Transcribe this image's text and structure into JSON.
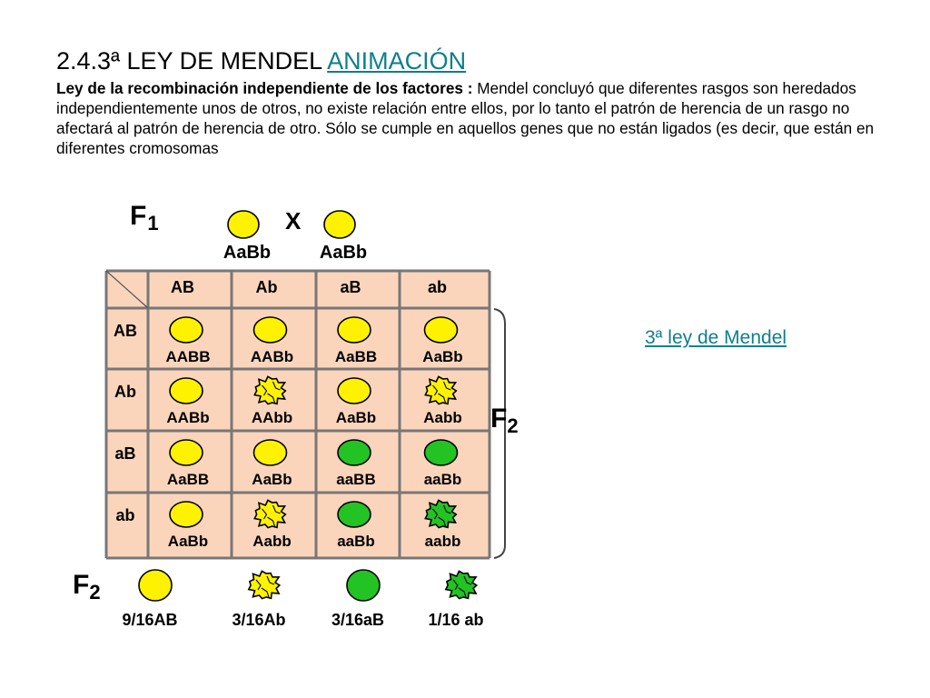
{
  "header": {
    "title_prefix": "2.4.3ª  LEY DE MENDEL",
    "title_link": " ANIMACIÓN"
  },
  "description": {
    "bold_part": "Ley de la recombinación independiente de los factores :",
    "text_part": " Mendel concluyó que diferentes rasgos son heredados independientemente unos de otros, no existe relación entre ellos, por lo tanto el patrón de herencia de un rasgo no afectará al patrón de herencia de otro. Sólo se cumple en aquellos genes que no están ligados (es decir, que están en diferentes cromosomas"
  },
  "side_link": "3ª ley de Mendel",
  "diagram": {
    "f1_label": "F",
    "f1_sub": "1",
    "cross_symbol": "X",
    "parents": [
      "AaBb",
      "AaBb"
    ],
    "f2_bracket_label": "F",
    "f2_bracket_sub": "2",
    "colors": {
      "grid_bg": "#fbd5bb",
      "grid_line": "#777777",
      "yellow": "#fff200",
      "green": "#22c322",
      "outline": "#000000"
    },
    "gametes": [
      "AB",
      "Ab",
      "aB",
      "ab"
    ],
    "cells": [
      [
        {
          "g": "AABB",
          "c": "yellow",
          "s": "smooth"
        },
        {
          "g": "AABb",
          "c": "yellow",
          "s": "smooth"
        },
        {
          "g": "AaBB",
          "c": "yellow",
          "s": "smooth"
        },
        {
          "g": "AaBb",
          "c": "yellow",
          "s": "smooth"
        }
      ],
      [
        {
          "g": "AABb",
          "c": "yellow",
          "s": "smooth"
        },
        {
          "g": "AAbb",
          "c": "yellow",
          "s": "wrinkled"
        },
        {
          "g": "AaBb",
          "c": "yellow",
          "s": "smooth"
        },
        {
          "g": "Aabb",
          "c": "yellow",
          "s": "wrinkled"
        }
      ],
      [
        {
          "g": "AaBB",
          "c": "yellow",
          "s": "smooth"
        },
        {
          "g": "AaBb",
          "c": "yellow",
          "s": "smooth"
        },
        {
          "g": "aaBB",
          "c": "green",
          "s": "smooth"
        },
        {
          "g": "aaBb",
          "c": "green",
          "s": "smooth"
        }
      ],
      [
        {
          "g": "AaBb",
          "c": "yellow",
          "s": "smooth"
        },
        {
          "g": "Aabb",
          "c": "yellow",
          "s": "wrinkled"
        },
        {
          "g": "aaBb",
          "c": "green",
          "s": "smooth"
        },
        {
          "g": "aabb",
          "c": "green",
          "s": "wrinkled"
        }
      ]
    ],
    "summary_label": "F",
    "summary_sub": "2",
    "summary": [
      {
        "ratio": "9/16AB",
        "c": "yellow",
        "s": "smooth"
      },
      {
        "ratio": "3/16Ab",
        "c": "yellow",
        "s": "wrinkled"
      },
      {
        "ratio": "3/16aB",
        "c": "green",
        "s": "smooth"
      },
      {
        "ratio": "1/16 ab",
        "c": "green",
        "s": "wrinkled"
      }
    ]
  }
}
